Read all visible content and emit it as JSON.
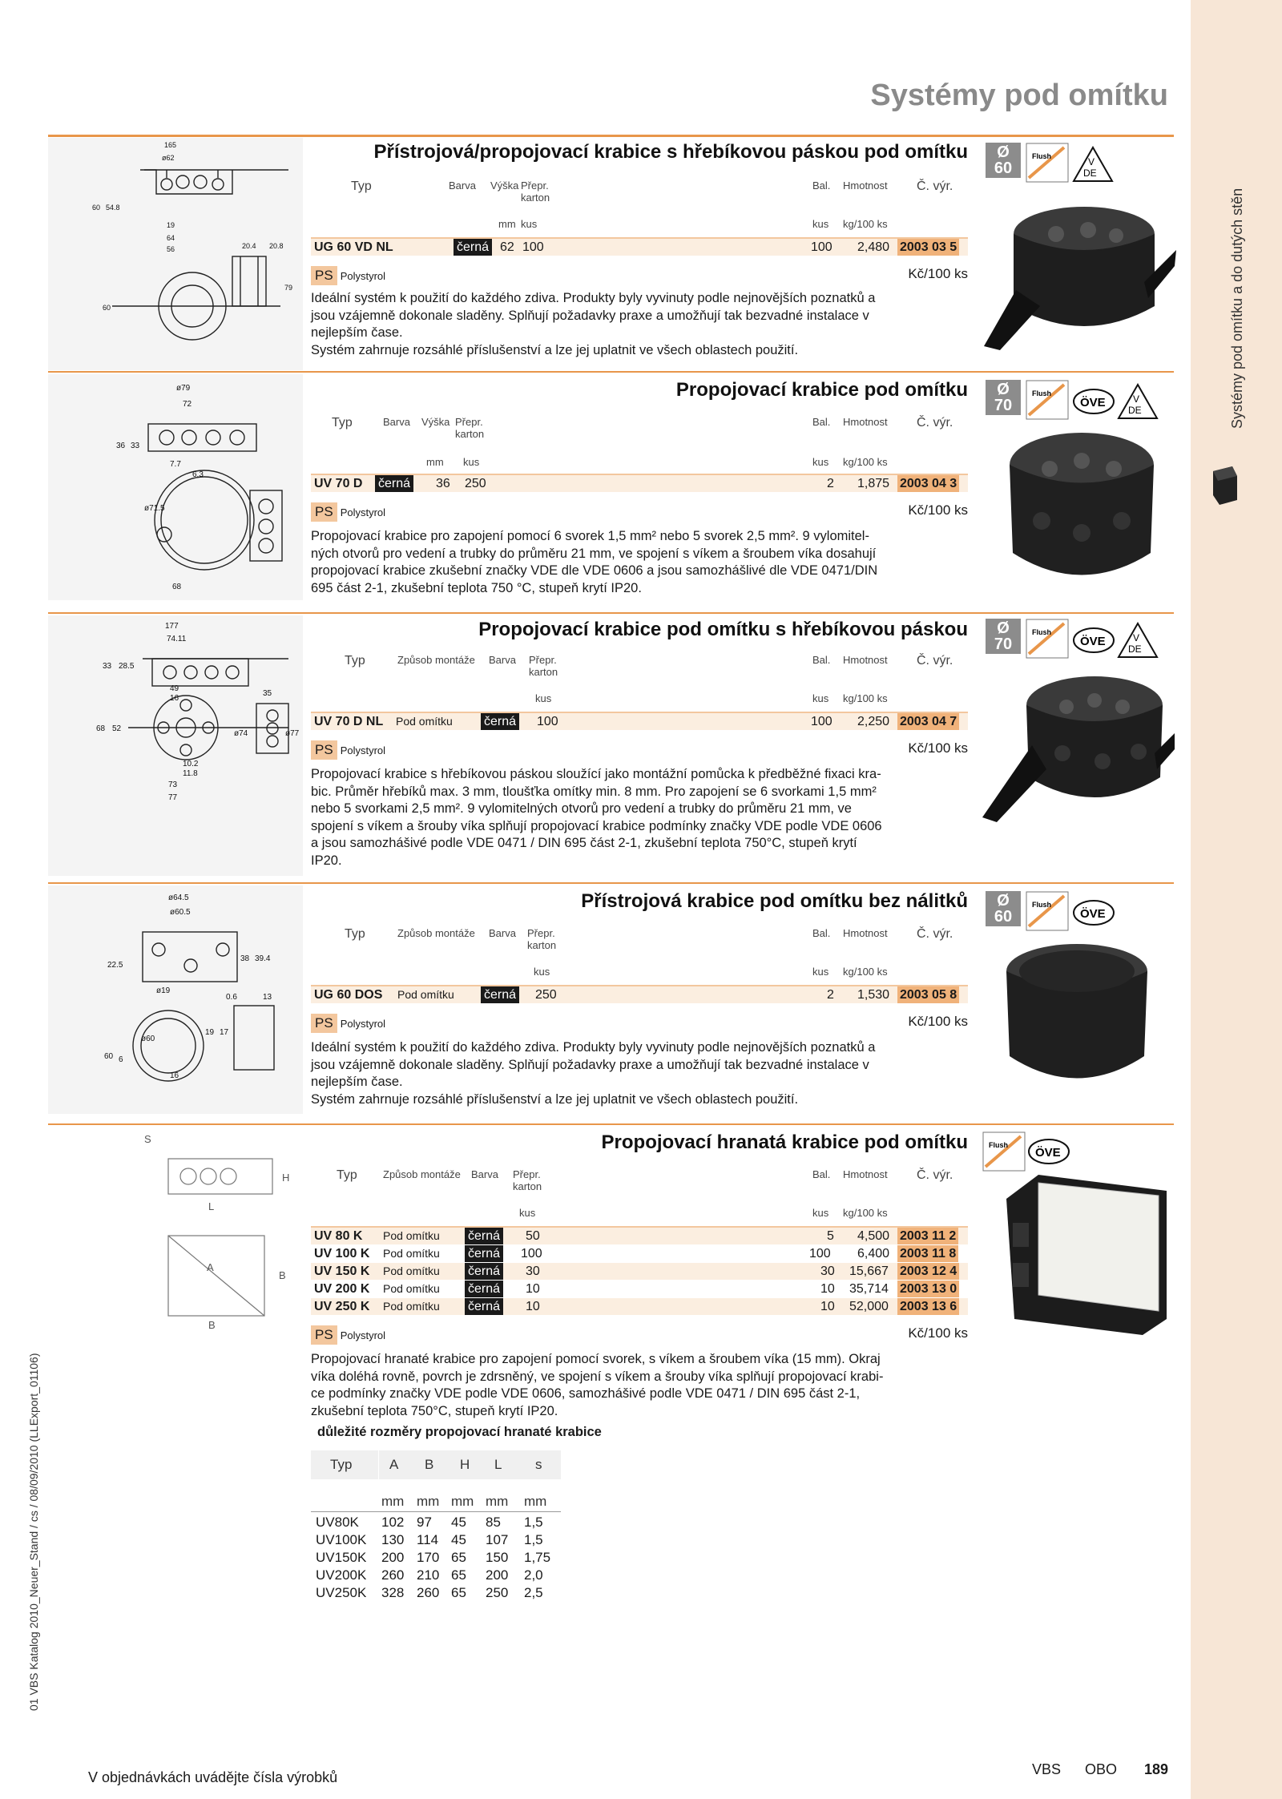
{
  "header": {
    "title": "Systémy pod omítku"
  },
  "side_tab": {
    "text": "Systémy pod omítku a do dutých stěn"
  },
  "columns": {
    "typ": "Typ",
    "barva": "Barva",
    "vyska": "Výška",
    "prepr": "Přepr.",
    "karton": "karton",
    "zpusob": "Způsob montáže",
    "bal": "Bal.",
    "hmotnost": "Hmotnost",
    "cvyr": "Č. výr.",
    "mm": "mm",
    "kus": "kus",
    "kus2": "kus",
    "kg100": "kg/100 ks"
  },
  "sections": [
    {
      "title": "Přístrojová/propojovací krabice s hřebíkovou páskou pod omítku",
      "diameter": [
        "Ø",
        "60"
      ],
      "rows": [
        {
          "typ": "UG 60 VD NL",
          "barva": "černá",
          "vyska": "62",
          "prepr": "100",
          "bal": "100",
          "hm": "2,480",
          "code": "2003 03 5"
        }
      ],
      "ps": "PS",
      "material": "Polystyrol",
      "price": "Kč/100 ks",
      "desc": [
        "Ideální systém k použití do každého zdiva. Produkty byly vyvinuty podle nejnovějších poznatků a",
        "jsou vzájemně dokonale sladěny. Splňují požadavky praxe a umožňují tak bezvadné instalace v",
        "nejlepším čase.",
        "Systém zahrnuje rozsáhlé příslušenství a lze jej uplatnit ve všech oblastech použití."
      ]
    },
    {
      "title": "Propojovací krabice pod omítku",
      "diameter": [
        "Ø",
        "70"
      ],
      "rows": [
        {
          "typ": "UV 70 D",
          "barva": "černá",
          "vyska": "36",
          "prepr": "250",
          "bal": "2",
          "hm": "1,875",
          "code": "2003 04 3"
        }
      ],
      "ps": "PS",
      "material": "Polystyrol",
      "price": "Kč/100 ks",
      "desc": [
        "Propojovací krabice pro zapojení pomocí 6 svorek 1,5 mm² nebo 5 svorek 2,5 mm².  9 vylomitel-",
        "ných otvorů pro vedení a trubky do průměru 21 mm, ve spojení s víkem a šroubem víka dosahují",
        "propojovací krabice zkušební značky VDE dle VDE 0606 a jsou samozhášlivé dle VDE 0471/DIN",
        "695 část 2-1, zkušební teplota 750 °C, stupeň krytí IP20."
      ]
    },
    {
      "title": "Propojovací krabice pod omítku s hřebíkovou páskou",
      "diameter": [
        "Ø",
        "70"
      ],
      "rows": [
        {
          "typ": "UV 70 D NL",
          "zpusob": "Pod omítku",
          "barva": "černá",
          "prepr": "100",
          "bal": "100",
          "hm": "2,250",
          "code": "2003 04 7"
        }
      ],
      "ps": "PS",
      "material": "Polystyrol",
      "price": "Kč/100 ks",
      "desc": [
        "Propojovací krabice s hřebíkovou páskou sloužící jako montážní pomůcka k předběžné fixaci kra-",
        "bic. Průměr hřebíků max. 3 mm, tloušťka omítky min. 8 mm.  Pro zapojení se 6 svorkami 1,5 mm²",
        "nebo 5 svorkami  2,5 mm².  9 vylomitelných otvorů pro vedení a trubky do průměru 21 mm, ve",
        "spojení s víkem a šrouby víka splňují propojovací krabice podmínky značky VDE podle VDE 0606",
        "a jsou samozhášivé podle VDE 0471 / DIN 695 část 2-1, zkušební teplota 750°C, stupeň krytí",
        "IP20."
      ]
    },
    {
      "title": "Přístrojová krabice pod omítku bez nálitků",
      "diameter": [
        "Ø",
        "60"
      ],
      "rows": [
        {
          "typ": "UG 60 DOS",
          "zpusob": "Pod omítku",
          "barva": "černá",
          "prepr": "250",
          "bal": "2",
          "hm": "1,530",
          "code": "2003 05 8"
        }
      ],
      "ps": "PS",
      "material": "Polystyrol",
      "price": "Kč/100 ks",
      "desc": [
        "Ideální systém k použití do každého zdiva. Produkty byly vyvinuty podle nejnovějších poznatků a",
        "jsou vzájemně dokonale sladěny. Splňují požadavky praxe a umožňují tak bezvadné instalace v",
        "nejlepším čase.",
        "Systém zahrnuje rozsáhlé příslušenství a lze jej uplatnit ve všech oblastech použití."
      ]
    },
    {
      "title": "Propojovací hranatá krabice pod omítku",
      "rows": [
        {
          "typ": "UV 80 K",
          "zpusob": "Pod omítku",
          "barva": "černá",
          "prepr": "50",
          "bal": "5",
          "hm": "4,500",
          "code": "2003 11 2"
        },
        {
          "typ": "UV 100 K",
          "zpusob": "Pod omítku",
          "barva": "černá",
          "prepr": "100",
          "bal": "100",
          "hm": "6,400",
          "code": "2003 11 8"
        },
        {
          "typ": "UV 150 K",
          "zpusob": "Pod omítku",
          "barva": "černá",
          "prepr": "30",
          "bal": "30",
          "hm": "15,667",
          "code": "2003 12 4"
        },
        {
          "typ": "UV 200 K",
          "zpusob": "Pod omítku",
          "barva": "černá",
          "prepr": "10",
          "bal": "10",
          "hm": "35,714",
          "code": "2003 13 0"
        },
        {
          "typ": "UV 250 K",
          "zpusob": "Pod omítku",
          "barva": "černá",
          "prepr": "10",
          "bal": "10",
          "hm": "52,000",
          "code": "2003 13 6"
        }
      ],
      "ps": "PS",
      "material": "Polystyrol",
      "price": "Kč/100 ks",
      "desc": [
        "Propojovací hranaté krabice pro zapojení pomocí svorek, s víkem a šroubem víka (15 mm). Okraj",
        "víka doléhá rovně, povrch je zdrsněný, ve spojení s víkem a šrouby víka splňují propojovací krabi-",
        "ce podmínky značky VDE podle VDE 0606, samozhášivé podle VDE 0471 / DIN 695 část 2-1,",
        "zkušební teplota 750°C, stupeň krytí  IP20."
      ],
      "dim_title": "důležité rozměry propojovací hranaté krabice"
    }
  ],
  "dim_table": {
    "headers": [
      "Typ",
      "A",
      "B",
      "H",
      "L",
      "s"
    ],
    "units": [
      "mm",
      "mm",
      "mm",
      "mm",
      "mm"
    ],
    "rows": [
      [
        "UV80K",
        "102",
        "97",
        "45",
        "85",
        "1,5"
      ],
      [
        "UV100K",
        "130",
        "114",
        "45",
        "107",
        "1,5"
      ],
      [
        "UV150K",
        "200",
        "170",
        "65",
        "150",
        "1,75"
      ],
      [
        "UV200K",
        "260",
        "210",
        "65",
        "200",
        "2,0"
      ],
      [
        "UV250K",
        "328",
        "260",
        "65",
        "250",
        "2,5"
      ]
    ]
  },
  "drawings": {
    "d1": [
      "165",
      "ø62",
      "60",
      "54.8",
      "19",
      "64",
      "56",
      "60",
      "20.4",
      "20.8",
      "79"
    ],
    "d2": [
      "ø79",
      "72",
      "36",
      "33",
      "7.7",
      "6.3",
      "ø71.5",
      "68"
    ],
    "d3": [
      "177",
      "74.11",
      "33",
      "28.5",
      "49",
      "16",
      "35",
      "68",
      "52",
      "ø74",
      "ø77",
      "10.2",
      "11.8",
      "73",
      "77"
    ],
    "d4": [
      "ø64.5",
      "ø60.5",
      "22.5",
      "38",
      "39.4",
      "ø19",
      "0.6",
      "13",
      "ø60",
      "19",
      "17",
      "60",
      "16",
      "6"
    ],
    "d5": [
      "S",
      "H",
      "L",
      "A",
      "B",
      "B"
    ]
  },
  "badge_text": {
    "flush": "Flush",
    "ove": "ÖVE",
    "vde_v": "V",
    "vde_de": "DE"
  },
  "footer": {
    "left": "V objednávkách uvádějte čísla výrobků",
    "vbs": "VBS",
    "obo": "OBO",
    "page": "189",
    "vertical": "01 VBS Katalog 2010_Neuer_Stand / cs / 08/09/2010 (LLExport_01106)"
  },
  "colors": {
    "accent": "#e8964a",
    "band": "#f7e6d6",
    "row_bg": "#fbeee0",
    "code_bg": "#f0b27a"
  }
}
